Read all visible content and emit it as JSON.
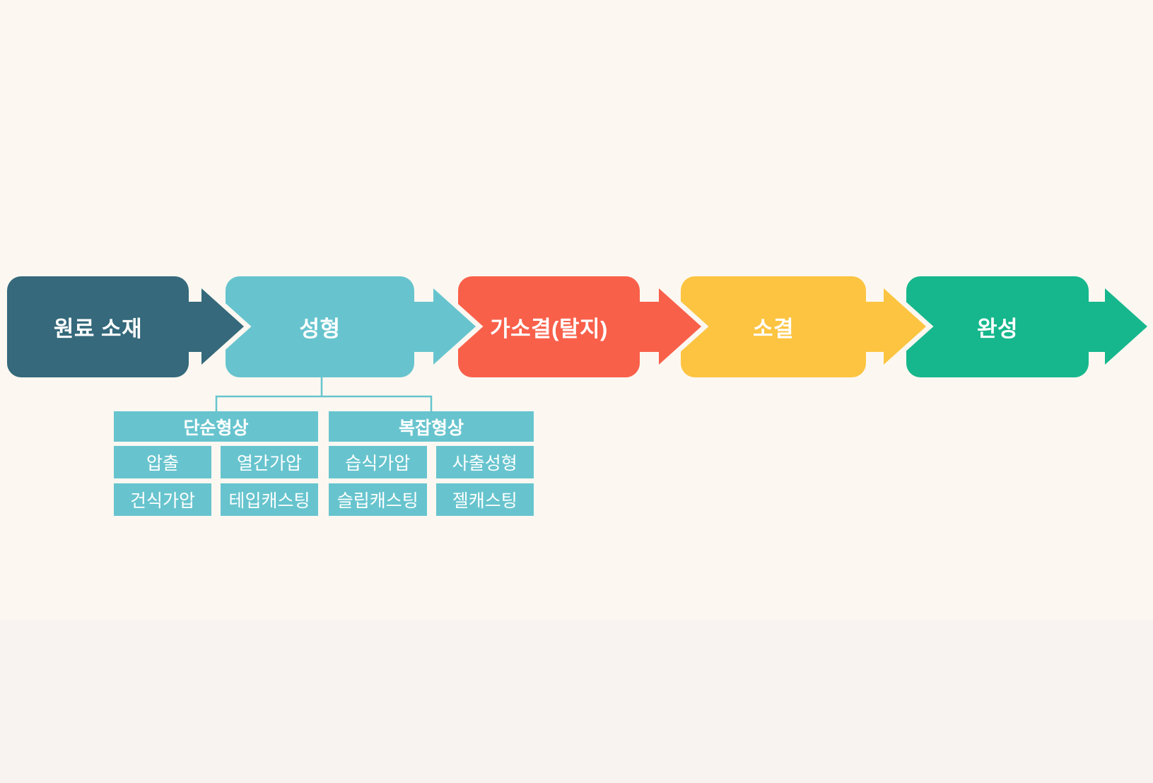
{
  "page": {
    "background_top": "#fcf8f1",
    "background_bottom": "#f8f3f0",
    "text_color": "#ffffff"
  },
  "flow": {
    "steps": [
      {
        "label": "원료 소재",
        "color": "#35697b"
      },
      {
        "label": "성형",
        "color": "#67c4ce"
      },
      {
        "label": "가소결(탈지)",
        "color": "#f9604a"
      },
      {
        "label": "소결",
        "color": "#fcc441"
      },
      {
        "label": "완성",
        "color": "#16b78d"
      }
    ]
  },
  "forming_methods": {
    "connector_color": "#67c4ce",
    "cell_color": "#67c4ce",
    "groups": [
      {
        "title": "단순형상",
        "cells": [
          [
            "압출",
            "열간가압"
          ],
          [
            "건식가압",
            "테입캐스팅"
          ]
        ]
      },
      {
        "title": "복잡형상",
        "cells": [
          [
            "습식가압",
            "사출성형"
          ],
          [
            "슬립캐스팅",
            "젤캐스팅"
          ]
        ]
      }
    ]
  }
}
